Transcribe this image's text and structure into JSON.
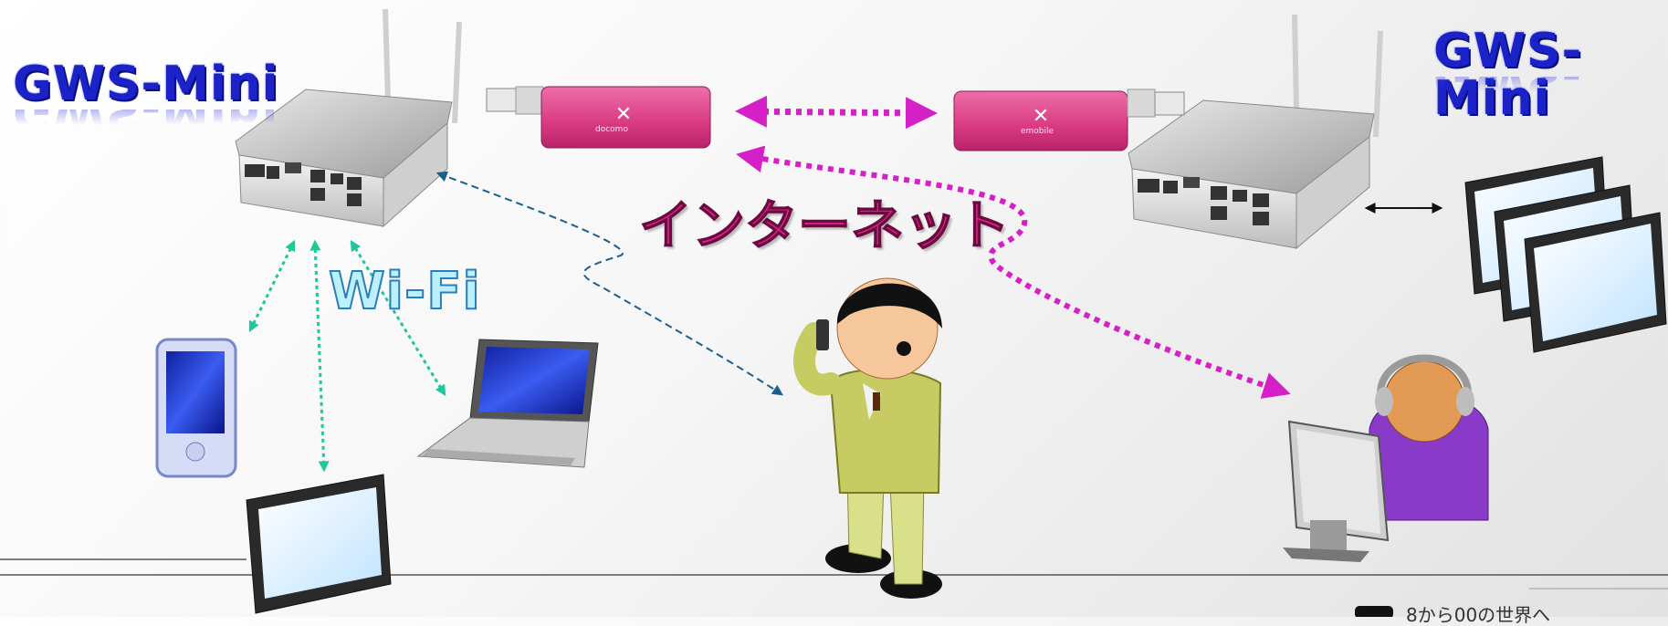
{
  "diagram": {
    "left_device_label": "GWS-Mini",
    "right_device_label": "GWS-Mini",
    "wifi_label": "Wi-Fi",
    "internet_label": "インターネット",
    "left_modem_text": "docomo",
    "right_modem_text": "emobile",
    "footer_text": "8から00の世界へ"
  },
  "colors": {
    "title_blue": "#1a22c8",
    "internet_magenta": "#e0208a",
    "wifi_green_arrow": "#1fc79a",
    "remote_dashed_blue": "#1b5f8c",
    "modem_pink": "#e0508f"
  },
  "icons": [
    "router-icon",
    "usb-modem-icon",
    "pda-icon",
    "laptop-icon",
    "tablet-icon",
    "person-on-phone-icon",
    "operator-at-monitor-icon",
    "monitor-stack-icon"
  ]
}
